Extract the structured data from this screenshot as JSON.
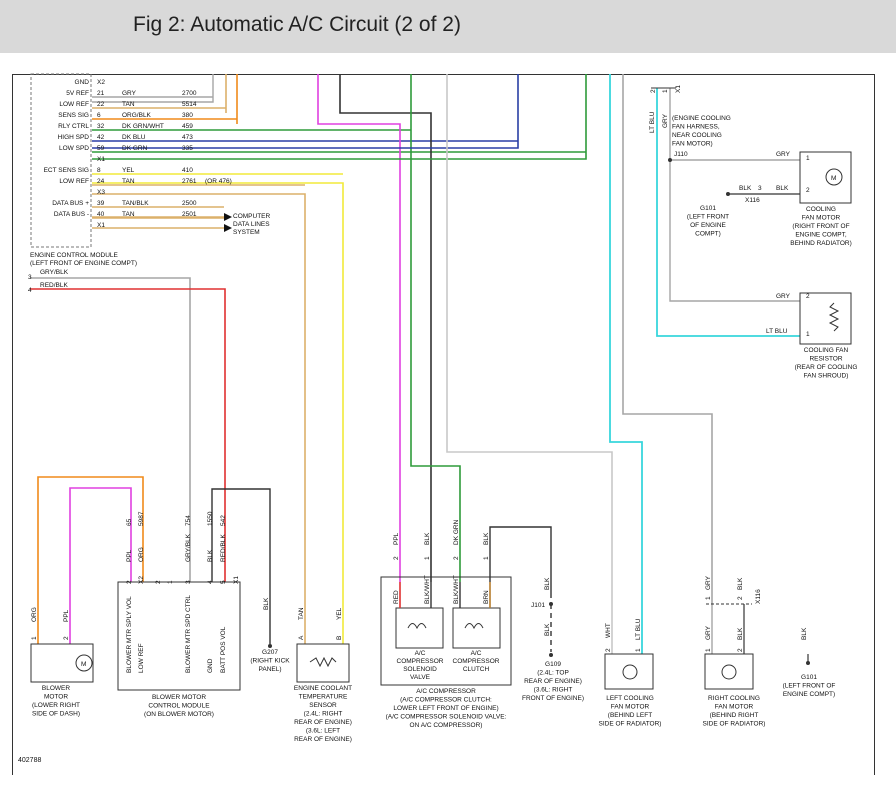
{
  "header": {
    "title": "Fig 2: Automatic A/C Circuit (2 of 2)"
  },
  "doc_number": "402788",
  "ecm": {
    "rows": [
      {
        "label": "GND",
        "pin": "X2"
      },
      {
        "label": "5V REF",
        "pin": "21",
        "color": "GRY",
        "circuit": "2700"
      },
      {
        "label": "LOW REF",
        "pin": "22",
        "color": "TAN",
        "circuit": "5514"
      },
      {
        "label": "SENS SIG",
        "pin": "6",
        "color": "ORG/BLK",
        "circuit": "380"
      },
      {
        "label": "RLY CTRL",
        "pin": "32",
        "color": "DK GRN/WHT",
        "circuit": "459"
      },
      {
        "label": "HIGH SPD",
        "pin": "42",
        "color": "DK BLU",
        "circuit": "473"
      },
      {
        "label": "LOW SPD",
        "pin": "59",
        "color": "DK GRN",
        "circuit": "335"
      },
      {
        "label": "",
        "pin": "X1"
      },
      {
        "label": "ECT SENS SIG",
        "pin": "8",
        "color": "YEL",
        "circuit": "410"
      },
      {
        "label": "LOW REF",
        "pin": "24",
        "color": "TAN",
        "circuit": "2761",
        "extra": "(OR 476)"
      },
      {
        "label": "",
        "pin": "X3"
      },
      {
        "label": "DATA BUS +",
        "pin": "39",
        "color": "TAN/BLK",
        "circuit": "2500"
      },
      {
        "label": "DATA BUS -",
        "pin": "40",
        "color": "TAN",
        "circuit": "2501"
      },
      {
        "label": "",
        "pin": "X1"
      }
    ],
    "computer_label": [
      "COMPUTER",
      "DATA LINES",
      "SYSTEM"
    ],
    "name": "ENGINE CONTROL MODULE",
    "location": "(LEFT FRONT OF ENGINE COMPT)"
  },
  "side_wires": [
    {
      "pin": "3",
      "color": "GRY/BLK"
    },
    {
      "pin": "4",
      "color": "RED/BLK"
    }
  ],
  "cooling_fan_harness": [
    "(ENGINE COOLING",
    "FAN HARNESS,",
    "NEAR COOLING",
    "FAN MOTOR)"
  ],
  "fan_top": {
    "ltblu": "LT BLU",
    "gry": "GRY",
    "conn": "X1",
    "pins": [
      "2",
      "1"
    ],
    "j110": "J110",
    "gry_wire": "GRY",
    "blk1": "BLK",
    "blk2": "BLK",
    "pin3": "3",
    "x116": "X116",
    "g101": [
      "G101",
      "(LEFT FRONT",
      "OF ENGINE",
      "COMPT)"
    ],
    "motor_pins": [
      "1",
      "2"
    ],
    "motor": [
      "COOLING",
      "FAN MOTOR",
      "(RIGHT FRONT OF",
      "ENGINE COMPT,",
      "BEHIND RADIATOR)"
    ],
    "res_gry": "GRY",
    "res_ltblu": "LT BLU",
    "res_pins": [
      "2",
      "1"
    ],
    "resistor": [
      "COOLING FAN",
      "RESISTOR",
      "(REAR OF COOLING",
      "FAN SHROUD)"
    ]
  },
  "blower_motor": {
    "wires": [
      {
        "pin": "1",
        "color": "ORG"
      },
      {
        "pin": "2",
        "color": "PPL"
      }
    ],
    "name": [
      "BLOWER",
      "MOTOR",
      "(LOWER RIGHT",
      "SIDE OF DASH)"
    ]
  },
  "blower_module": {
    "pins": [
      {
        "pin": "2",
        "color": "PPL",
        "circuit": "65",
        "label": "BLOWER MTR SPLY VOL"
      },
      {
        "pin": "X2",
        "color": "ORG",
        "circuit": "5987",
        "label": "LOW REF"
      },
      {
        "pin": "2",
        "color": "",
        "circuit": "",
        "label": ""
      },
      {
        "pin": "1",
        "color": "",
        "circuit": "",
        "label": ""
      },
      {
        "pin": "3",
        "color": "GRY/BLK",
        "circuit": "754",
        "label": "BLOWER MTR SPD CTRL"
      },
      {
        "pin": "4",
        "color": "BLK",
        "circuit": "1550",
        "label": "GND"
      },
      {
        "pin": "5",
        "color": "RED/BLK",
        "circuit": "542",
        "label": "BATT POS VOL"
      },
      {
        "pin": "X1",
        "color": "",
        "circuit": "",
        "label": ""
      }
    ],
    "name": [
      "BLOWER MOTOR",
      "CONTROL MODULE",
      "(ON BLOWER MOTOR)"
    ]
  },
  "g207": {
    "wire": "BLK",
    "name": [
      "G207",
      "(RIGHT KICK",
      "PANEL)"
    ]
  },
  "ect_sensor": {
    "pins": [
      {
        "pin": "A",
        "color": "TAN"
      },
      {
        "pin": "B",
        "color": "YEL"
      }
    ],
    "name": [
      "ENGINE COOLANT",
      "TEMPERATURE",
      "SENSOR",
      "(2.4L: RIGHT",
      "REAR OF ENGINE)",
      "(3.6L: LEFT",
      "REAR OF ENGINE)"
    ]
  },
  "compressor": {
    "top": [
      {
        "pin": "2",
        "color": "PPL"
      },
      {
        "pin": "1",
        "color": "BLK"
      },
      {
        "pin": "2",
        "color": "DK GRN"
      },
      {
        "pin": "1",
        "color": "BLK"
      }
    ],
    "inner": [
      "RED",
      "BLK/WHT",
      "BLK/WHT",
      "BRN"
    ],
    "valve": [
      "A/C",
      "COMPRESSOR",
      "SOLENOID",
      "VALVE"
    ],
    "clutch": [
      "A/C",
      "COMPRESSOR",
      "CLUTCH"
    ],
    "name": [
      "A/C COMPRESSOR",
      "(A/C COMPRESSOR CLUTCH:",
      "LOWER LEFT FRONT OF ENGINE)",
      "(A/C COMPRESSOR SOLENOID VALVE:",
      "ON A/C COMPRESSOR)"
    ]
  },
  "g109": {
    "blk1": "BLK",
    "j101": "J101",
    "blk2": "BLK",
    "name": [
      "G109",
      "(2.4L: TOP",
      "REAR OF ENGINE)",
      "(3.6L: RIGHT",
      "FRONT OF ENGINE)"
    ]
  },
  "left_fan": {
    "pins": [
      {
        "pin": "2",
        "color": "WHT"
      },
      {
        "pin": "1",
        "color": "LT BLU"
      }
    ],
    "name": [
      "LEFT COOLING",
      "FAN MOTOR",
      "(BEHIND LEFT",
      "SIDE OF RADIATOR)"
    ]
  },
  "right_fan": {
    "top": [
      {
        "pin": "1",
        "color": "GRY"
      },
      {
        "pin": "2",
        "color": "BLK"
      }
    ],
    "conn": "X116",
    "bottom": [
      {
        "pin": "1",
        "color": "GRY"
      },
      {
        "pin": "2",
        "color": "BLK"
      }
    ],
    "name": [
      "RIGHT COOLING",
      "FAN MOTOR",
      "(BEHIND RIGHT",
      "SIDE OF RADIATOR)"
    ]
  },
  "g101_bottom": {
    "wire": "BLK",
    "name": [
      "G101",
      "(LEFT FRONT OF",
      "ENGINE COMPT)"
    ]
  },
  "colors": {
    "gry": "#a6a6a6",
    "tan": "#dcb06a",
    "org": "#f08a1a",
    "dkgrn": "#2e9b3a",
    "dkblu": "#2a3fa5",
    "yel": "#f2ea3a",
    "red": "#e03030",
    "ppl": "#e040e0",
    "blk": "#333333",
    "ltblu": "#38d6dc",
    "wht": "#c8c8c8",
    "brn": "#b57b2c"
  }
}
